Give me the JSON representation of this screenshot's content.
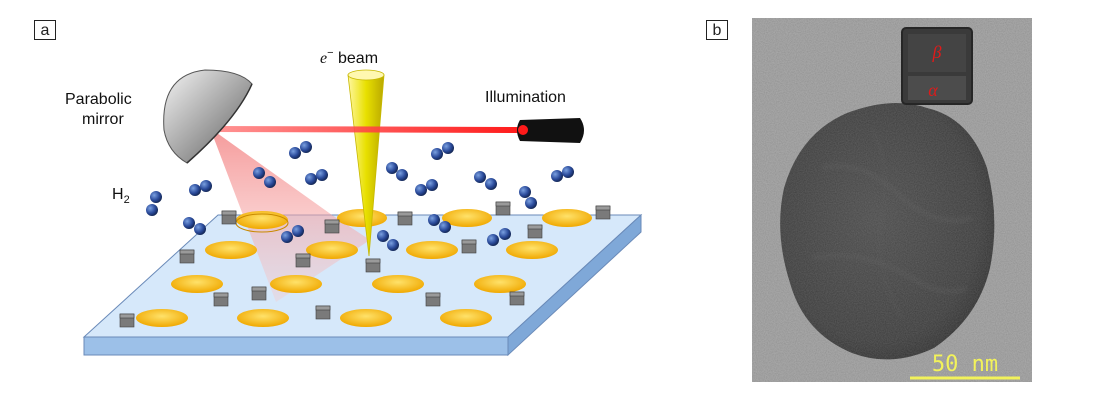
{
  "panels": {
    "a": {
      "label": "a"
    },
    "b": {
      "label": "b"
    }
  },
  "schematic": {
    "beam_label_symbol": "e",
    "beam_label_superscript": "−",
    "beam_label_text": " beam",
    "mirror_label_line1": "Parabolic",
    "mirror_label_line2": "mirror",
    "illumination_label": "Illumination",
    "h2_label_main": "H",
    "h2_label_sub": "2"
  },
  "tem": {
    "phase_beta": "β",
    "phase_alpha": "α",
    "scale_bar_label": "50 nm"
  },
  "colors": {
    "disk": "#f7b500",
    "substrate_top": "#cfe3f7",
    "molecule": "#2a4a9a",
    "laser": "#e60012",
    "beam": "#e8e000"
  }
}
